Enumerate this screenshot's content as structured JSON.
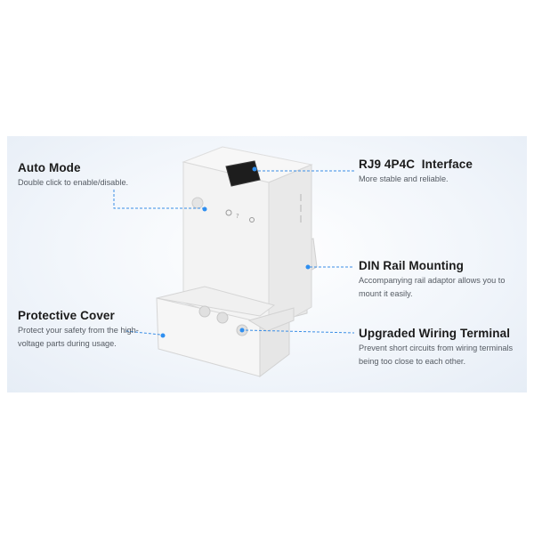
{
  "features": {
    "auto_mode": {
      "title": "Auto Mode",
      "desc": "Double click to enable/disable."
    },
    "protective_cover": {
      "title": "Protective Cover",
      "desc": "Protect your safety from the high-voltage parts during usage."
    },
    "rj9": {
      "title": "RJ9 4P4C  Interface",
      "desc": "More stable and reliable."
    },
    "din_rail": {
      "title": "DIN Rail Mounting",
      "desc": "Accompanying rail adaptor allows you to mount it easily."
    },
    "wiring": {
      "title": "Upgraded Wiring Terminal",
      "desc": "Prevent short circuits from wiring terminals being too close to each other."
    }
  },
  "colors": {
    "callout": "#3a8ee6",
    "panel": "#eef3f9",
    "device": "#f4f4f4"
  }
}
